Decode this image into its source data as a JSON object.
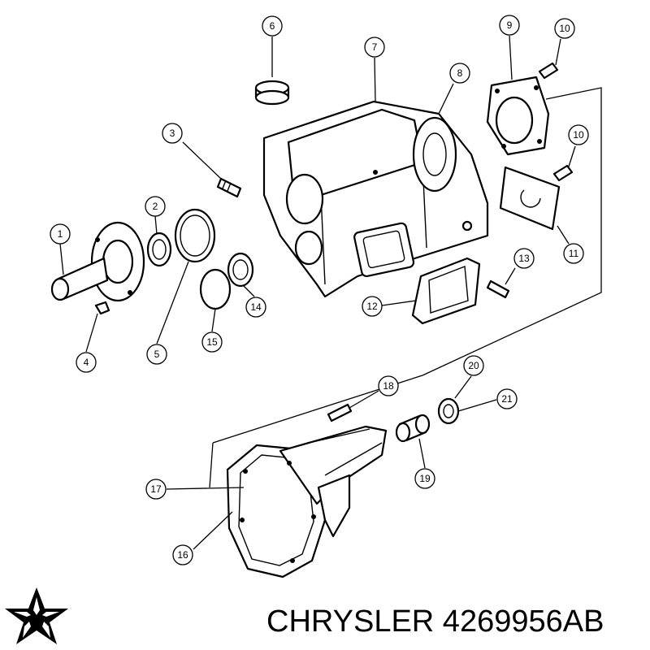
{
  "brand": {
    "caption": "CHRYSLER 4269956AB",
    "logo_icon": "pentastar-icon"
  },
  "callouts": [
    "1",
    "2",
    "3",
    "4",
    "5",
    "6",
    "7",
    "8",
    "9",
    "10",
    "10",
    "11",
    "12",
    "13",
    "14",
    "15",
    "16",
    "17",
    "18",
    "19",
    "20",
    "21"
  ]
}
